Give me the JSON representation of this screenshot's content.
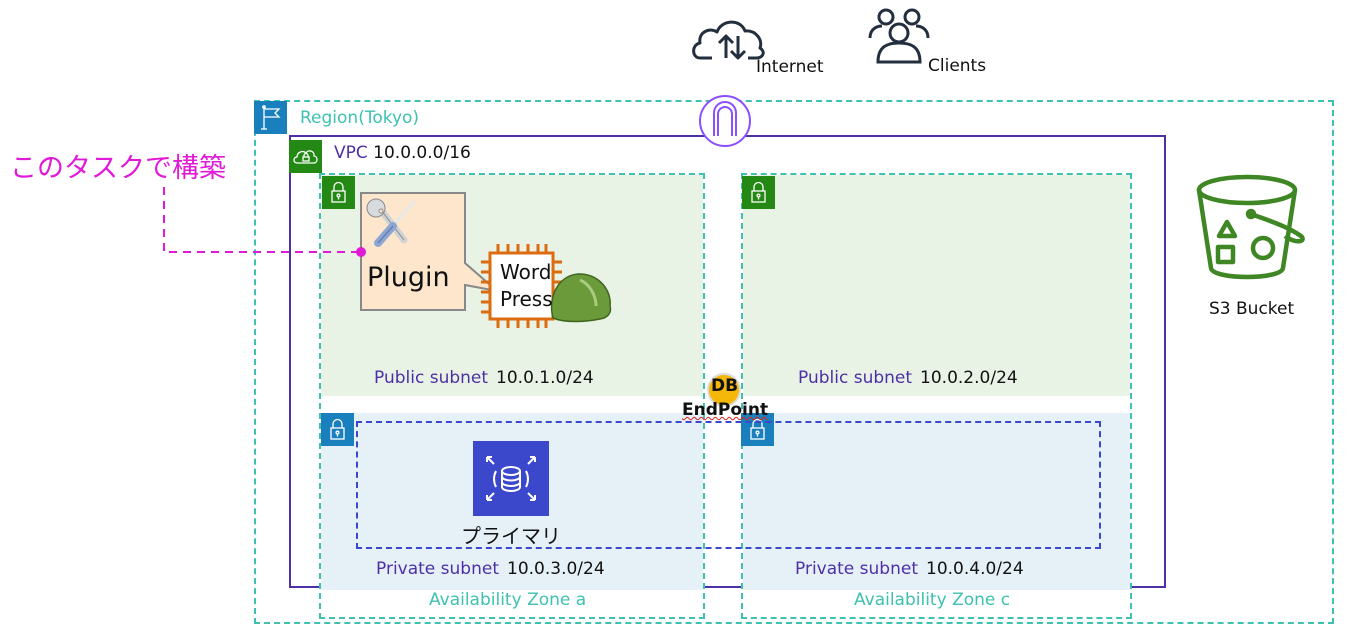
{
  "annotation": {
    "text": "このタスクで構築",
    "color": "#e11ad8"
  },
  "top": {
    "internet": {
      "label": "Internet",
      "icon": "internet-cloud-icon"
    },
    "clients": {
      "label": "Clients",
      "icon": "users-icon"
    },
    "gateway": {
      "icon": "internet-gateway-icon"
    }
  },
  "region": {
    "label": "Region(Tokyo)",
    "icon": "region-flag-icon",
    "color": "#3ec1b0"
  },
  "vpc": {
    "keyword": "VPC",
    "cidr": "10.0.0.0/16",
    "icon": "vpc-cloud-lock-icon",
    "color": "#4d30a6"
  },
  "availability_zones": [
    {
      "label": "Availability Zone a"
    },
    {
      "label": "Availability Zone c"
    }
  ],
  "subnets": {
    "public_a": {
      "keyword": "Public subnet",
      "cidr": "10.0.1.0/24"
    },
    "public_c": {
      "keyword": "Public subnet",
      "cidr": "10.0.2.0/24"
    },
    "private_a": {
      "keyword": "Private subnet",
      "cidr": "10.0.3.0/24"
    },
    "private_c": {
      "keyword": "Private subnet",
      "cidr": "10.0.4.0/24"
    }
  },
  "plugin": {
    "label": "Plugin",
    "icon": "tools-icon"
  },
  "wordpress": {
    "line1": "Word",
    "line2": "Press",
    "icon": "ec2-instance-icon",
    "badge": "hard-hat-icon"
  },
  "db_endpoint": {
    "line1": "DB",
    "line2": "EndPoint"
  },
  "rds": {
    "label": "プライマリ",
    "icon": "rds-database-icon"
  },
  "s3": {
    "label": "S3 Bucket",
    "icon": "s3-bucket-icon"
  },
  "colors": {
    "teal": "#3ec1b0",
    "purple": "#4d30a6",
    "green": "#248814",
    "blue": "#1a7fbd",
    "rds": "#3b48cc",
    "magenta": "#e11ad8",
    "ec2_orange": "#dd6b10",
    "s3_green": "#3f8624"
  }
}
